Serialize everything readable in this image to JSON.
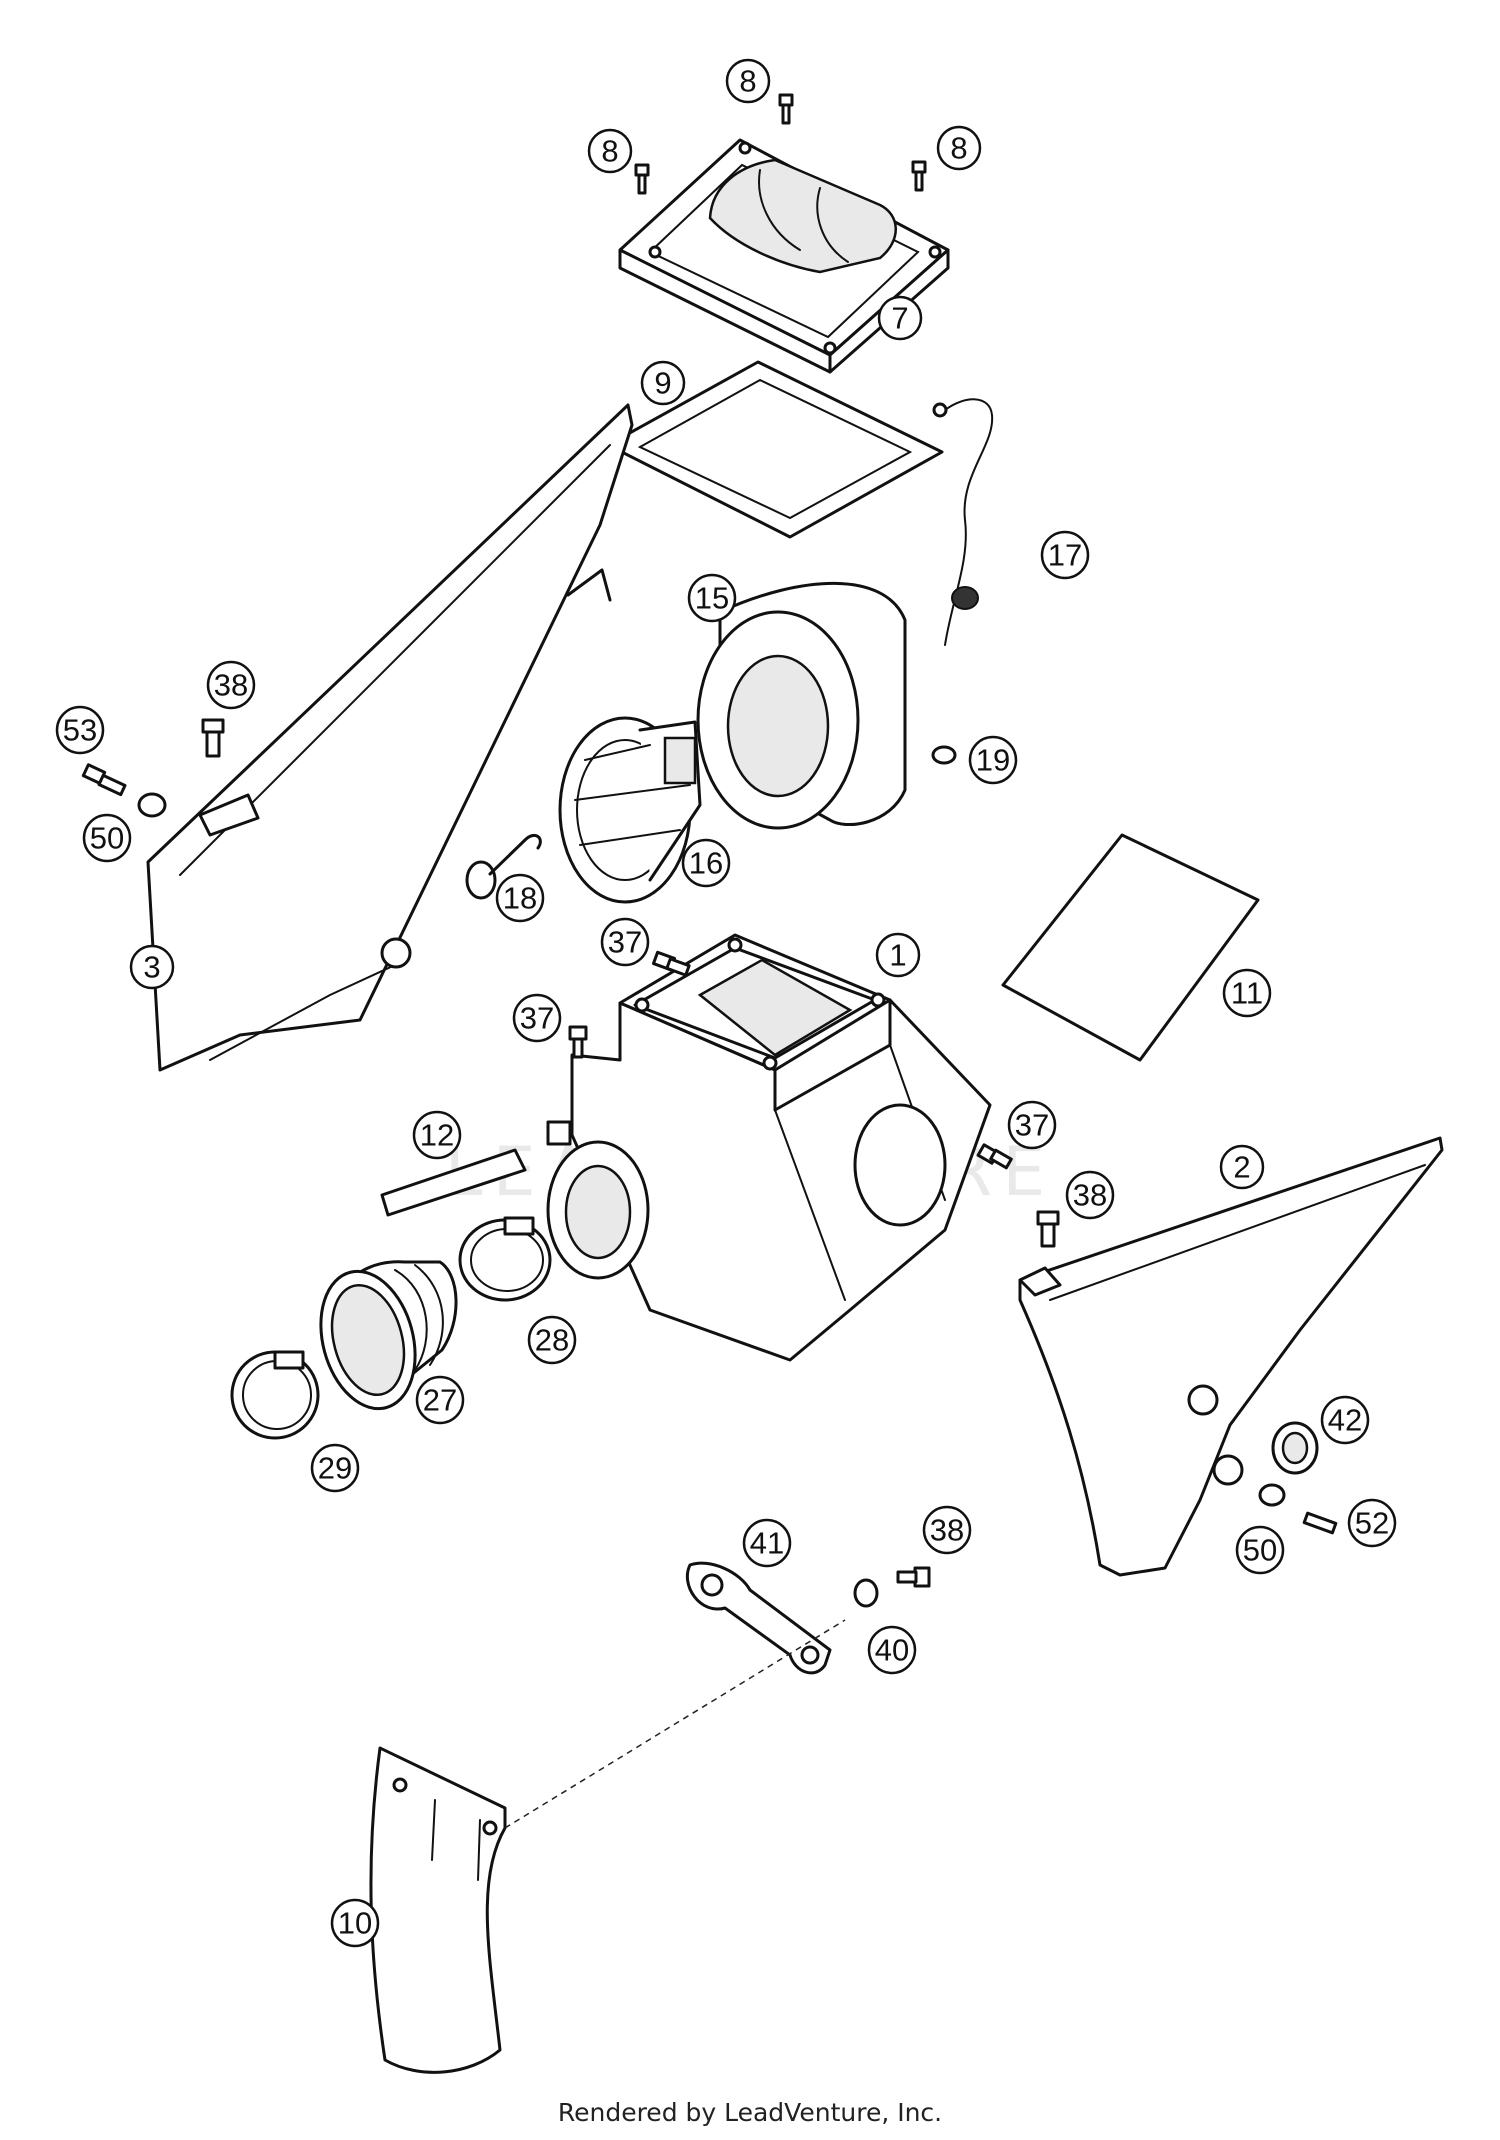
{
  "diagram": {
    "watermark": "LEADVENTURE",
    "footer": "Rendered by LeadVenture, Inc.",
    "callouts": [
      "8",
      "8",
      "8",
      "7",
      "9",
      "17",
      "15",
      "19",
      "38",
      "53",
      "50",
      "16",
      "18",
      "3",
      "37",
      "1",
      "11",
      "37",
      "12",
      "37",
      "2",
      "38",
      "28",
      "27",
      "29",
      "42",
      "52",
      "50",
      "41",
      "38",
      "40",
      "10"
    ]
  }
}
